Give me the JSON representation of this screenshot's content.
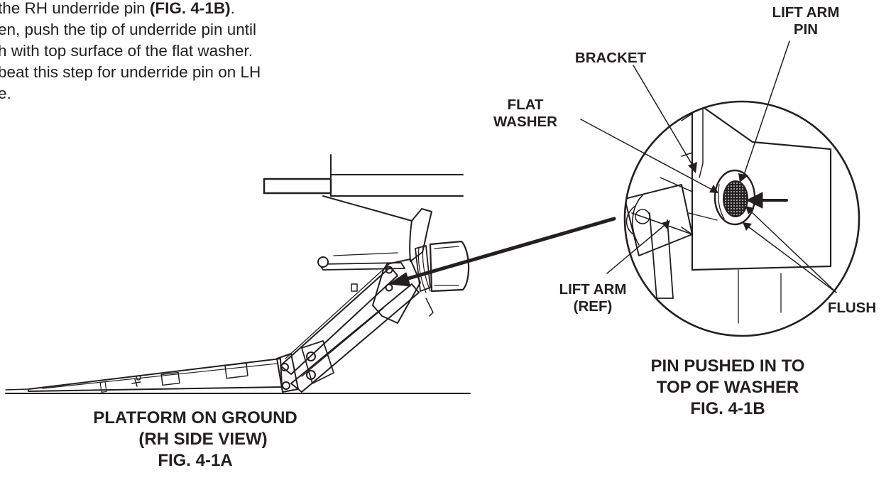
{
  "instructions": {
    "line1_text": "the RH underride pin ",
    "line1_ref": "(FIG. 4-1B)",
    "line1_end": ".",
    "line2": "en, push the tip of underride pin until",
    "line3": "h with top surface of the flat washer.",
    "line4": "beat this step for underride pin on LH",
    "line5": "e."
  },
  "figure_b": {
    "callouts": {
      "lift_arm_pin_1": "LIFT ARM",
      "lift_arm_pin_2": "PIN",
      "bracket": "BRACKET",
      "flat_washer_1": "FLAT",
      "flat_washer_2": "WASHER",
      "lift_arm_ref_1": "LIFT ARM",
      "lift_arm_ref_2": "(REF)",
      "flush": "FLUSH"
    },
    "caption": {
      "line1": "PIN PUSHED IN TO",
      "line2": "TOP OF WASHER",
      "line3": "FIG. 4-1B"
    }
  },
  "figure_a": {
    "caption": {
      "line1": "PLATFORM ON GROUND",
      "line2": "(RH SIDE VIEW)",
      "line3": "FIG. 4-1A"
    }
  }
}
